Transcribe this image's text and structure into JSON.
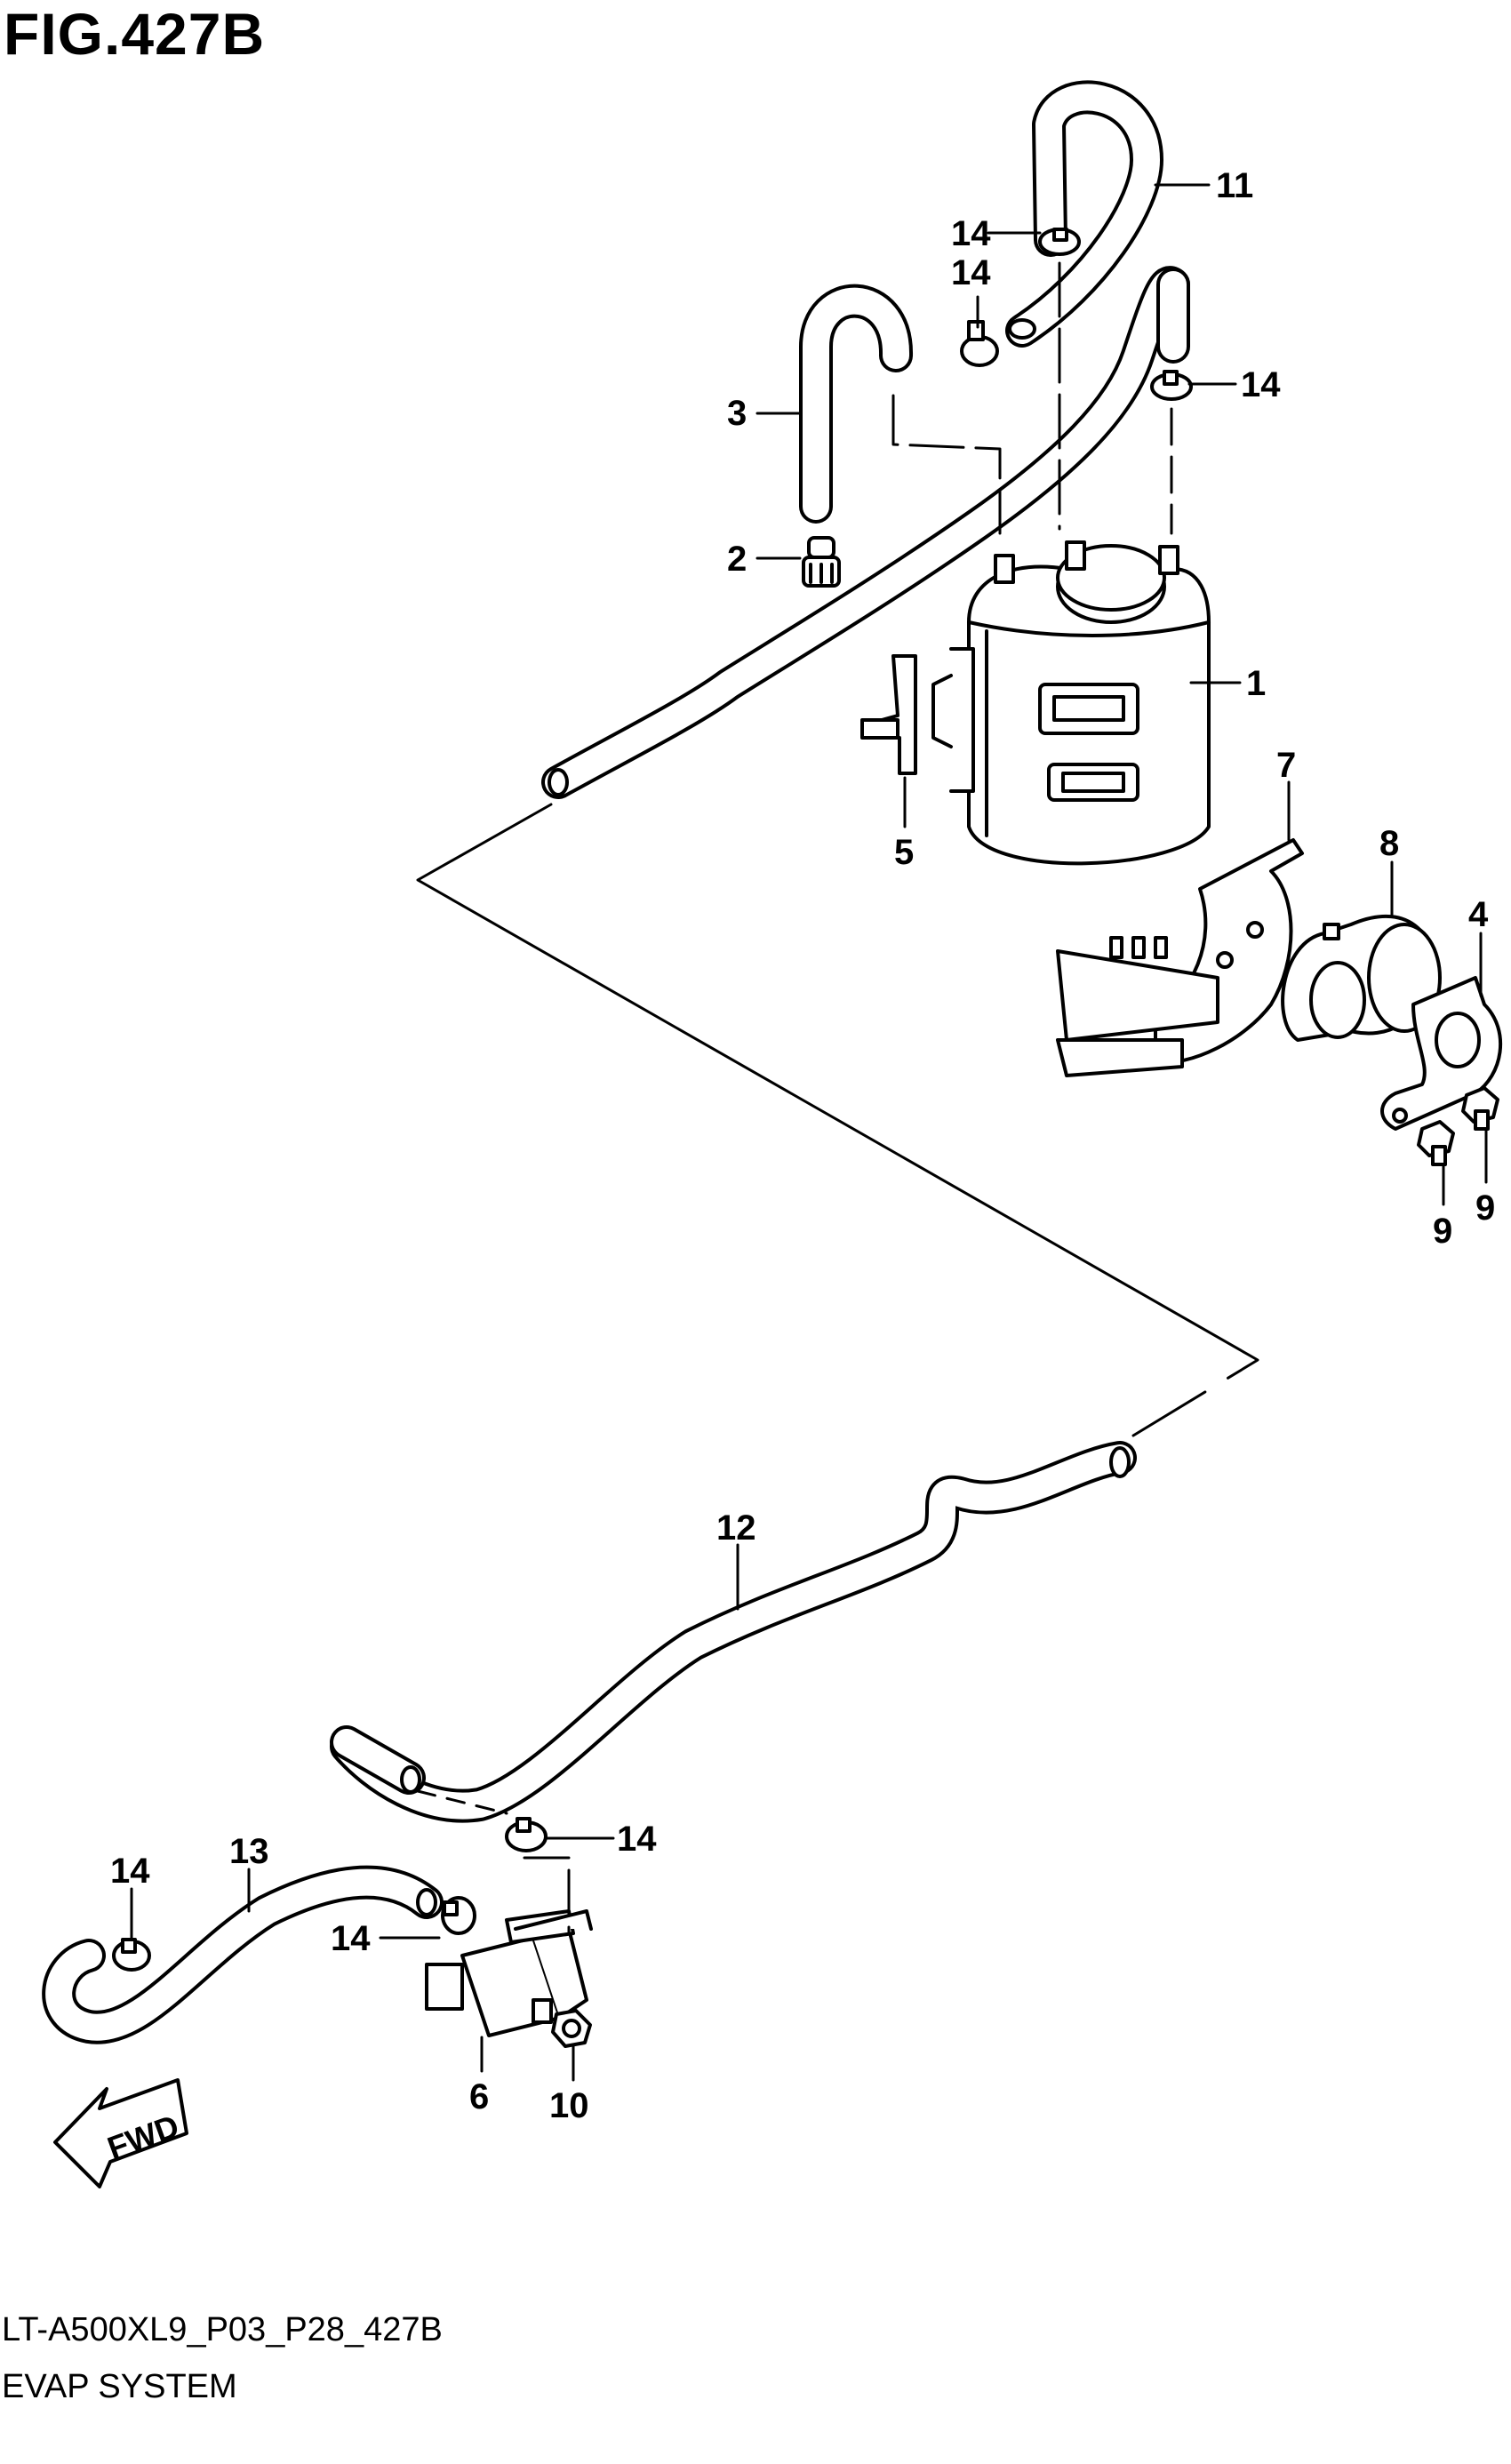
{
  "figure": {
    "title": "FIG.427B",
    "code": "LT-A500XL9_P03_P28_427B",
    "name": "EVAP SYSTEM"
  },
  "fwd_label": "FWD",
  "callouts": {
    "c1": "1",
    "c2": "2",
    "c3": "3",
    "c4": "4",
    "c5": "5",
    "c6": "6",
    "c7": "7",
    "c8": "8",
    "c9a": "9",
    "c9b": "9",
    "c10": "10",
    "c11": "11",
    "c12": "12",
    "c13": "13",
    "c14a": "14",
    "c14b": "14",
    "c14c": "14",
    "c14d": "14",
    "c14e": "14",
    "c14f": "14"
  }
}
